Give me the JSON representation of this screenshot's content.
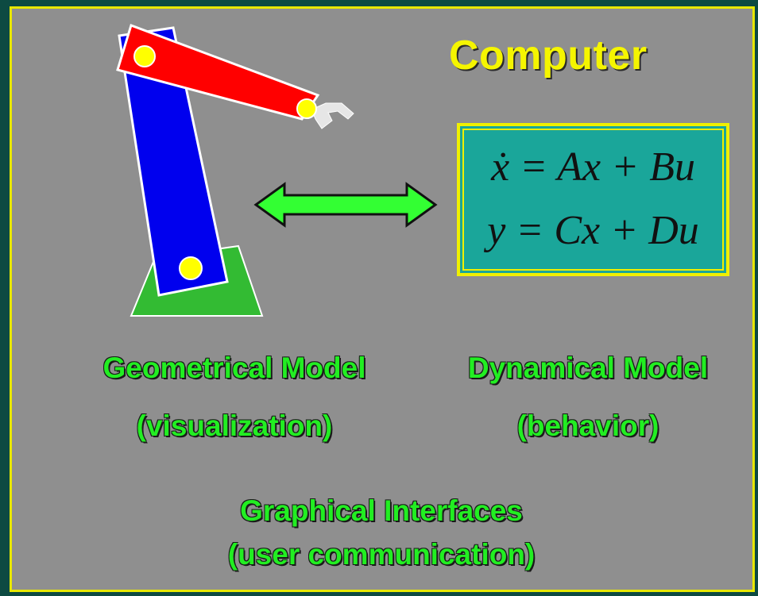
{
  "title": "Computer",
  "equations": {
    "line1": "ẋ = Ax + Bu",
    "line2": "y = Cx + Du"
  },
  "labels": {
    "geometrical_model": "Geometrical Model",
    "geometrical_sub": "(visualization)",
    "dynamical_model": "Dynamical Model",
    "dynamical_sub": "(behavior)",
    "graphical_interfaces": "Graphical Interfaces",
    "graphical_sub": "(user communication)"
  },
  "icons": {
    "robot_arm": "robot-arm-icon",
    "double_arrow": "double-arrow-icon"
  },
  "colors": {
    "panel_bg": "#8f8f8f",
    "border": "#e8e800",
    "title": "#f5f500",
    "label": "#22ee22",
    "equation_box": "#1aa69a",
    "arm_upper": "#ff0000",
    "arm_lower": "#0000ee",
    "base": "#33bb33",
    "joint": "#ffff00",
    "arrow": "#33ff33"
  }
}
